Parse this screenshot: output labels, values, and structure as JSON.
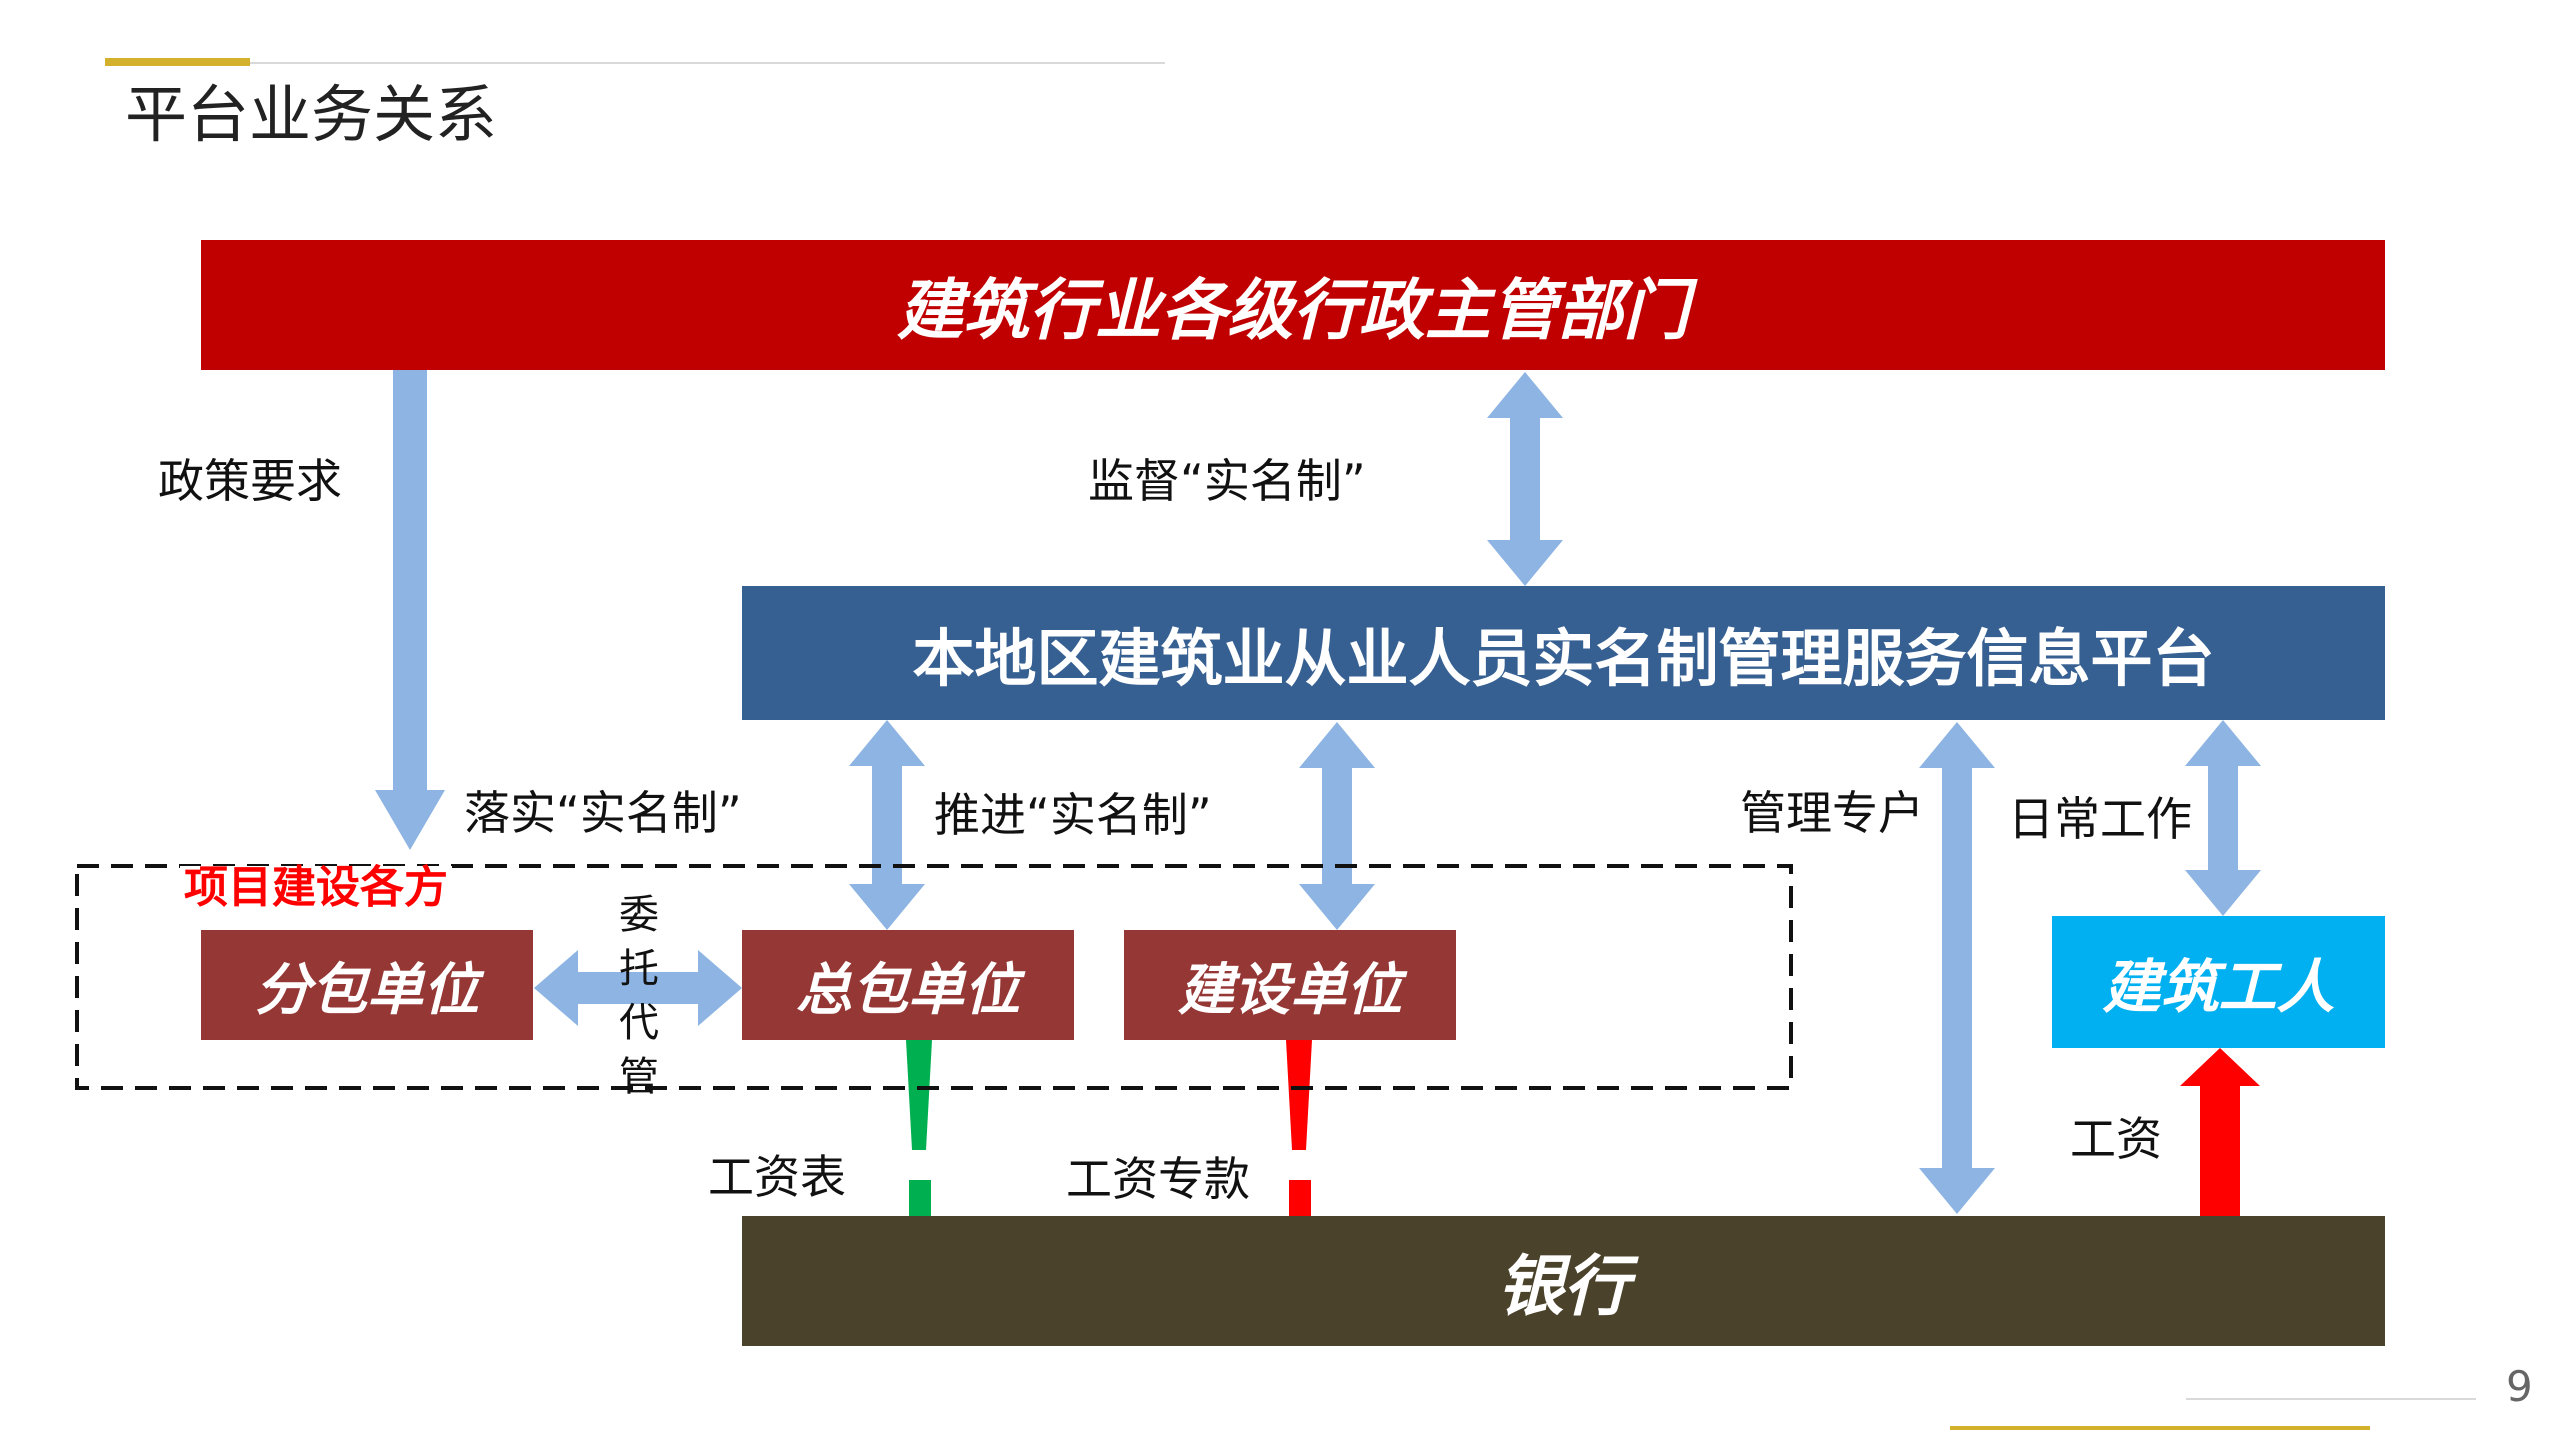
{
  "page": {
    "title": "平台业务关系",
    "page_number": "9"
  },
  "nodes": {
    "admin_depts": "建筑行业各级行政主管部门",
    "platform": "本地区建筑业从业人员实名制管理服务信息平台",
    "subcontractor": "分包单位",
    "general_contractor": "总包单位",
    "client_unit": "建设单位",
    "workers": "建筑工人",
    "bank": "银行",
    "project_parties": "项目建设各方"
  },
  "edge_labels": {
    "policy": "政策要求",
    "supervise": "监督“实名制”",
    "implement": "落实“实名制”",
    "promote": "推进“实名制”",
    "management_account": "管理专户",
    "daily_work": "日常工作",
    "entrust": "委托代管",
    "payroll": "工资表",
    "wage_fund": "工资专款",
    "wage": "工资"
  },
  "colors": {
    "admin_red": "#C00000",
    "platform_blue": "#376092",
    "unit_brown": "#953735",
    "worker_cyan": "#00B0F0",
    "bank_olive": "#4A422A",
    "arrow_blue": "#8DB4E2",
    "accent_gold": "#D4B12C",
    "label_red": "#FF0000",
    "payroll_green": "#00B050"
  }
}
